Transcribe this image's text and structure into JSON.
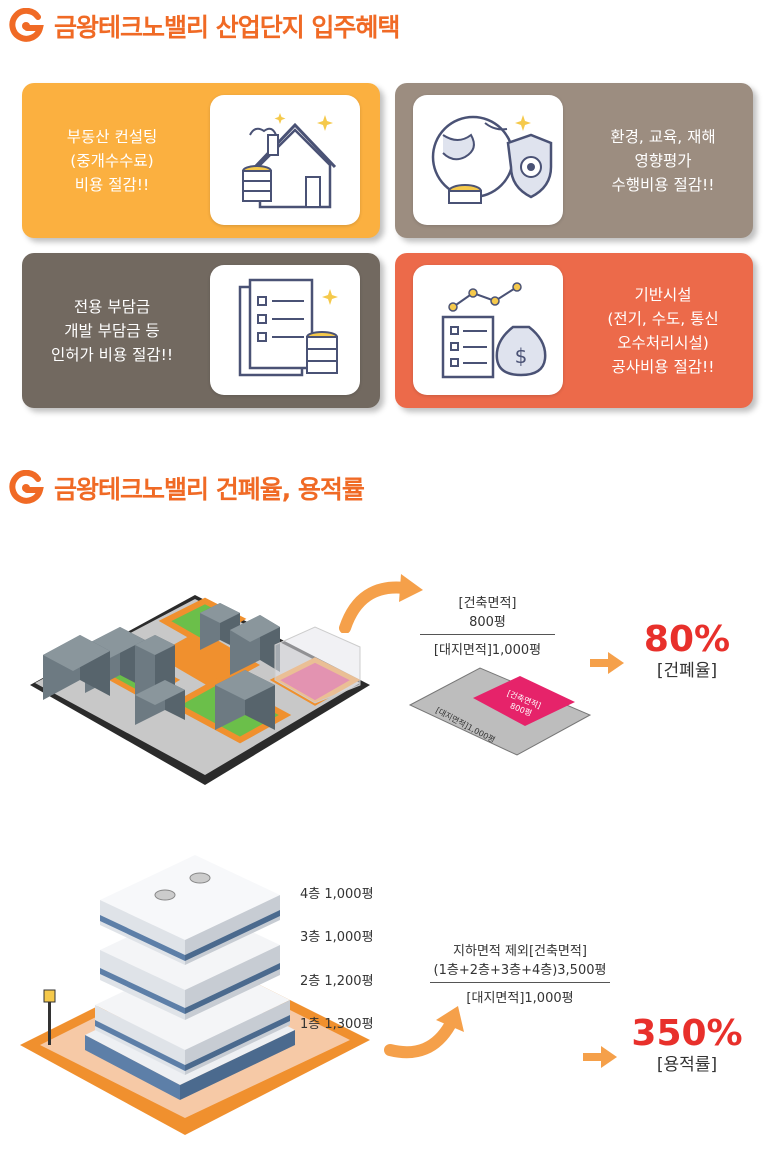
{
  "section1": {
    "title": "금왕테크노밸리 산업단지 입주혜택",
    "cards": [
      {
        "lines": [
          "부동산 컨설팅",
          "(중개수수료)",
          "비용 절감!!"
        ],
        "color": "#fbb040",
        "icon": "house-coins-icon"
      },
      {
        "lines": [
          "환경, 교육, 재해",
          "영향평가",
          "수행비용 절감!!"
        ],
        "color": "#9c8d80",
        "icon": "globe-shield-icon"
      },
      {
        "lines": [
          "전용 부담금",
          "개발 부담금 등",
          "인허가 비용 절감!!"
        ],
        "color": "#726960",
        "icon": "checklist-coins-icon"
      },
      {
        "lines": [
          "기반시설",
          "(전기, 수도, 통신",
          "오수처리시설)",
          "공사비용 절감!!"
        ],
        "color": "#ec6a4a",
        "icon": "chart-document-money-icon"
      }
    ]
  },
  "section2": {
    "title": "금왕테크노밸리 건폐율, 용적률",
    "coverage": {
      "numerator": [
        "[건축면적]",
        "800평"
      ],
      "denominator": "[대지면적]1,000평",
      "plot_inner": [
        "[건축면적]",
        "800평"
      ],
      "plot_outer": "[대지면적]1,000평",
      "percent": "80%",
      "label": "[건폐율]"
    },
    "floor_ratio": {
      "floors": [
        "4층 1,000평",
        "3층 1,000평",
        "2층 1,200평",
        "1층 1,300평"
      ],
      "numerator": [
        "지하면적 제외[건축면적]",
        "(1층+2층+3층+4층)3,500평"
      ],
      "denominator": "[대지면적]1,000평",
      "percent": "350%",
      "label": "[용적률]"
    }
  },
  "colors": {
    "accent": "#f06a25",
    "percent": "#e8302b",
    "arrow": "#f5a04a"
  }
}
